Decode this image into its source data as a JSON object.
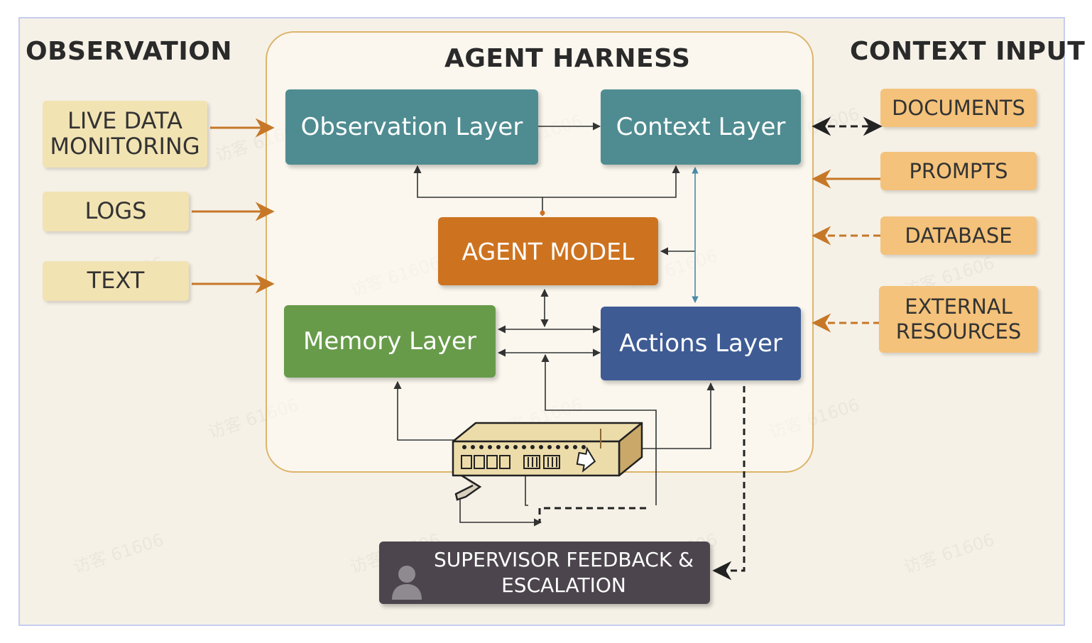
{
  "headings": {
    "observation": "OBSERVATION",
    "agent_harness": "AGENT HARNESS",
    "context_input": "CONTEXT INPUT"
  },
  "observation_sources": [
    "LIVE DATA\nMONITORING",
    "LOGS",
    "TEXT"
  ],
  "harness": {
    "observation_layer": "Observation Layer",
    "context_layer": "Context Layer",
    "agent_model": "AGENT MODEL",
    "memory_layer": "Memory Layer",
    "actions_layer": "Actions Layer"
  },
  "context_sources": [
    "DOCUMENTS",
    "PROMPTS",
    "DATABASE",
    "EXTERNAL\nRESOURCES"
  ],
  "supervisor": "SUPERVISOR FEEDBACK &\nESCALATION",
  "watermark": "访客 61606",
  "colors": {
    "background": "#f6f1e7",
    "harness_border": "#dcb46a",
    "observation_layer": "#4f8c91",
    "context_layer": "#4f8c91",
    "agent_model": "#cd7320",
    "memory_layer": "#679b4a",
    "actions_layer": "#3e5b94",
    "observation_sources": "#f2e3b3",
    "context_sources": "#f4c27a",
    "supervisor": "#4c454d",
    "arrow_orange": "#c67828",
    "arrow_dark": "#333333",
    "arrow_blue": "#4a8aa8"
  },
  "icons": {
    "supervisor": "person-icon",
    "device": "server-device-icon"
  }
}
